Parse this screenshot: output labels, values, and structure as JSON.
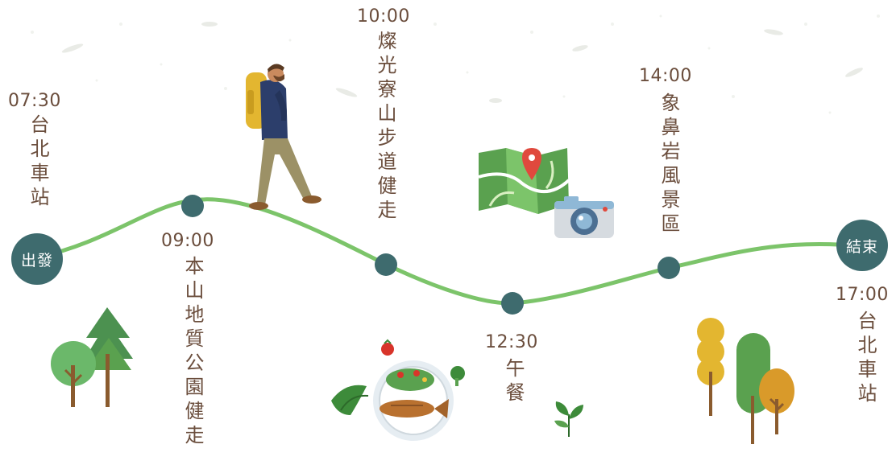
{
  "start_label": "出發",
  "end_label": "結束",
  "stops": [
    {
      "time": "07:30",
      "place": "台北車站"
    },
    {
      "time": "09:00",
      "place": "本山地質公園健走"
    },
    {
      "time": "10:00",
      "place": "燦光寮山步道健走"
    },
    {
      "time": "12:30",
      "place": "午餐"
    },
    {
      "time": "14:00",
      "place": "象鼻岩風景區"
    },
    {
      "time": "17:00",
      "place": "台北車站"
    }
  ],
  "colors": {
    "route": "#7cc46a",
    "node": "#3e6b6e",
    "text": "#6b4e3d"
  }
}
